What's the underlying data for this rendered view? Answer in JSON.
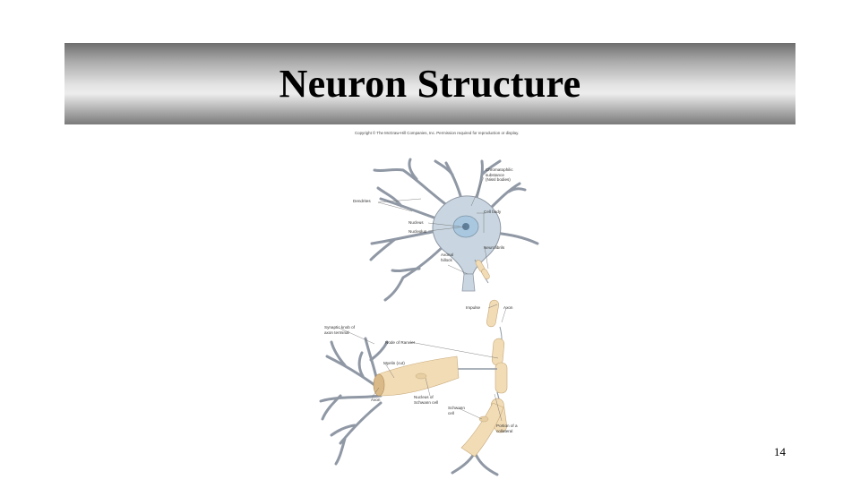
{
  "slide": {
    "title": "Neuron Structure",
    "page_number": "14"
  },
  "figure": {
    "copyright": "Copyright © The McGraw-Hill Companies, Inc. Permission required for reproduction or display.",
    "labels": {
      "chromatophilic": "Chromatophilic\nsubstance\n(Nissl bodies)",
      "dendrites": "Dendrites",
      "cell_body": "Cell body",
      "nucleus": "Nucleus",
      "nucleolus": "Nucleolus",
      "neurofibrils": "Neurofibrils",
      "axonal_hillock": "Axonal\nhillock",
      "impulse": "Impulse",
      "axon_top": "Axon",
      "synaptic_knob": "Synaptic knob of\naxon terminal",
      "node_of_ranvier": "Node of Ranvier",
      "myelin": "Myelin (cut)",
      "axon_bottom": "Axon",
      "nucleus_schwann": "Nucleus of\nSchwann cell",
      "schwann_cell": "Schwann\ncell",
      "collateral": "Portion of a\ncollateral"
    }
  }
}
